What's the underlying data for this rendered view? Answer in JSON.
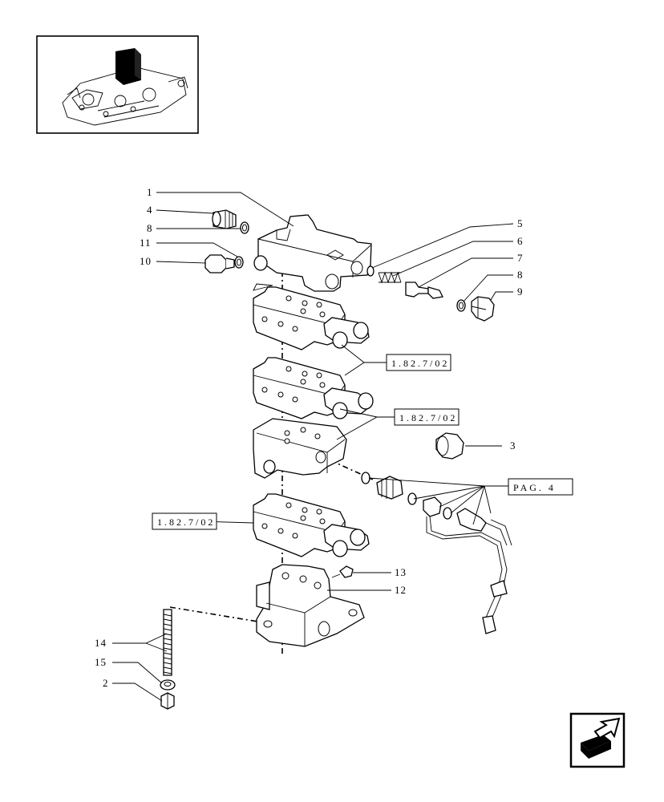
{
  "diagram": {
    "callouts": [
      {
        "id": "1",
        "text": "1"
      },
      {
        "id": "4",
        "text": "4"
      },
      {
        "id": "8a",
        "text": "8"
      },
      {
        "id": "11",
        "text": "11"
      },
      {
        "id": "10",
        "text": "10"
      },
      {
        "id": "5",
        "text": "5"
      },
      {
        "id": "6",
        "text": "6"
      },
      {
        "id": "7",
        "text": "7"
      },
      {
        "id": "8b",
        "text": "8"
      },
      {
        "id": "9",
        "text": "9"
      },
      {
        "id": "3",
        "text": "3"
      },
      {
        "id": "13",
        "text": "13"
      },
      {
        "id": "12",
        "text": "12"
      },
      {
        "id": "14",
        "text": "14"
      },
      {
        "id": "15",
        "text": "15"
      },
      {
        "id": "2",
        "text": "2"
      }
    ],
    "references": [
      {
        "id": "ref-a",
        "text": "1.82.7/02"
      },
      {
        "id": "ref-b",
        "text": "1.82.7/02"
      },
      {
        "id": "ref-c",
        "text": "PAG. 4"
      },
      {
        "id": "ref-d",
        "text": "1.82.7/02"
      }
    ]
  },
  "navigation": {
    "next_page_icon": "next-page-arrow-icon"
  }
}
